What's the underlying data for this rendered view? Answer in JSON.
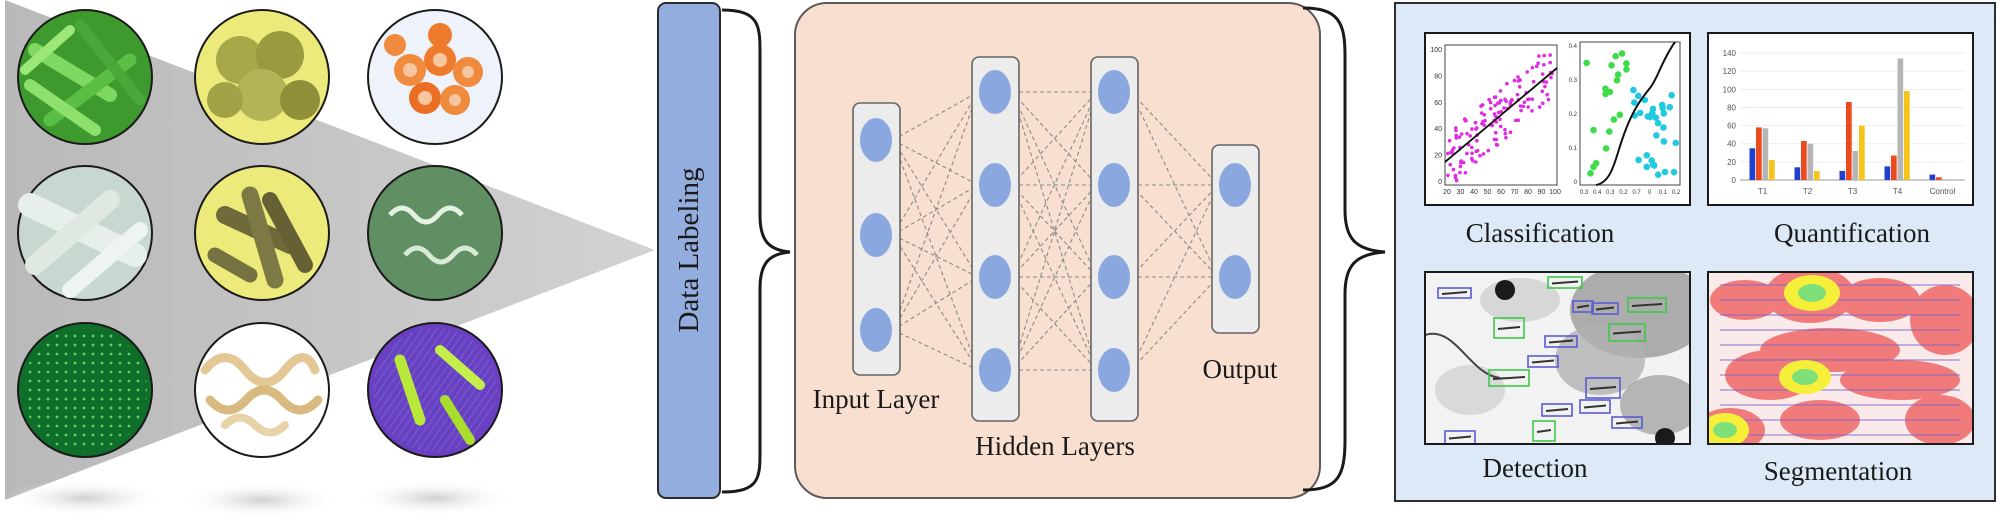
{
  "labels": {
    "data_labeling": "Data Labeling",
    "input_layer": "Input Layer",
    "hidden_layers": "Hidden Layers",
    "output": "Output"
  },
  "tasks": {
    "classification": "Classification",
    "quantification": "Quantification",
    "detection": "Detection",
    "segmentation": "Segmentation"
  },
  "regression_panel": {
    "x_ticks": [
      "20",
      "30",
      "40",
      "50",
      "60",
      "70",
      "80",
      "90",
      "100"
    ],
    "y_ticks": [
      "0",
      "20",
      "40",
      "60",
      "80",
      "100"
    ]
  },
  "cluster_panel": {
    "x_ticks": [
      "0.3",
      "0.4",
      "0.3",
      "0.2",
      "0.7",
      "0",
      "0.1",
      "0.2"
    ],
    "y_ticks": [
      "0",
      "0.1",
      "0.2",
      "0.3",
      "0.4"
    ]
  },
  "quant_chart": {
    "type": "bar",
    "categories": [
      "T1",
      "T2",
      "T3",
      "T4",
      "Control"
    ],
    "y_ticks": [
      "0",
      "20",
      "40",
      "60",
      "80",
      "100",
      "120",
      "140"
    ],
    "ylim": [
      0,
      150
    ],
    "series": [
      {
        "color": "#1f3fd1",
        "values": [
          35,
          14,
          10,
          15,
          6
        ]
      },
      {
        "color": "#ec4a1e",
        "values": [
          58,
          43,
          86,
          27,
          3
        ]
      },
      {
        "color": "#b5b5b5",
        "values": [
          57,
          40,
          32,
          134,
          0
        ]
      },
      {
        "color": "#f5c31a",
        "values": [
          22,
          10,
          60,
          98,
          0
        ]
      }
    ]
  },
  "colors": {
    "data_label_bar": "#93aede",
    "network_bg": "#f8dfd0",
    "node": "#8aa8df",
    "panel_bg": "#dde9f6",
    "scatter": "#e02ce0",
    "cluster_green": "#3fdc4a",
    "cluster_cyan": "#23c9e0"
  }
}
